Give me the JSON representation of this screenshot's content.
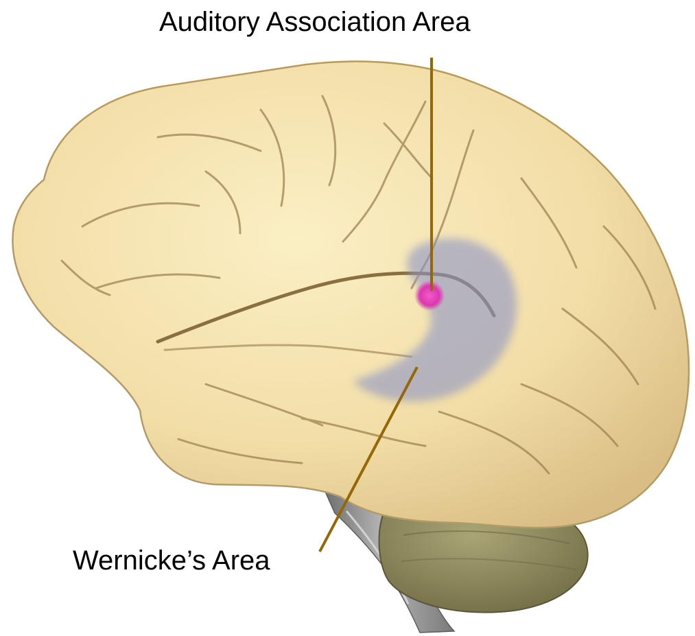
{
  "labels": {
    "auditory_association_area": "Auditory Association Area",
    "wernickes_area": "Wernicke’s Area"
  },
  "colors": {
    "background": "#ffffff",
    "cortex": "#f3dfa9",
    "cortex_shadow": "#c9ab72",
    "sulcus": "#9a7f4e",
    "cerebellum": "#8c875a",
    "brainstem": "#8f8f8f",
    "wernicke_region": "#8c94c6",
    "auditory_spot": "#e03cb4",
    "leader_line": "#946808"
  },
  "icons": {
    "brain": "brain-lateral-view-illustration"
  }
}
